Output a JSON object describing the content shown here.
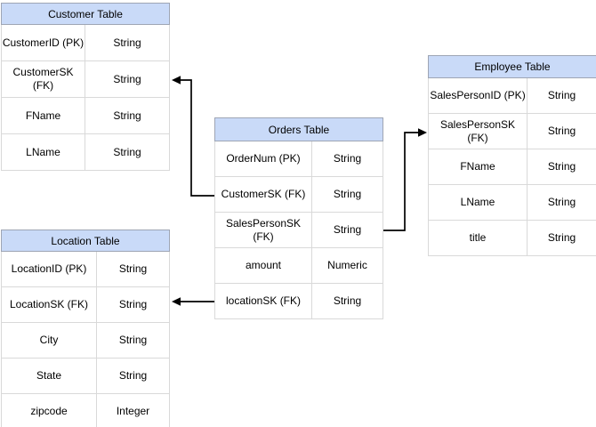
{
  "diagram_type": "entity-relationship",
  "colors": {
    "header_fill": "#C9DAF8",
    "header_border": "#9EA5B4",
    "cell_border": "#D9D9D9",
    "connector": "#000000",
    "text": "#000000",
    "background": "#FFFFFF"
  },
  "tables": [
    {
      "title": "Customer Table",
      "rows": [
        {
          "field": "CustomerID (PK)",
          "type": "String"
        },
        {
          "field": "CustomerSK\n(FK)",
          "type": "String"
        },
        {
          "field": "FName",
          "type": "String"
        },
        {
          "field": "LName",
          "type": "String"
        }
      ]
    },
    {
      "title": "Orders Table",
      "rows": [
        {
          "field": "OrderNum (PK)",
          "type": "String"
        },
        {
          "field": "CustomerSK (FK)",
          "type": "String"
        },
        {
          "field": "SalesPersonSK\n(FK)",
          "type": "String"
        },
        {
          "field": "amount",
          "type": "Numeric"
        },
        {
          "field": "locationSK (FK)",
          "type": "String"
        }
      ]
    },
    {
      "title": "Employee Table",
      "rows": [
        {
          "field": "SalesPersonID (PK)",
          "type": "String"
        },
        {
          "field": "SalesPersonSK\n(FK)",
          "type": "String"
        },
        {
          "field": "FName",
          "type": "String"
        },
        {
          "field": "LName",
          "type": "String"
        },
        {
          "field": "title",
          "type": "String"
        }
      ]
    },
    {
      "title": "Location Table",
      "rows": [
        {
          "field": "LocationID (PK)",
          "type": "String"
        },
        {
          "field": "LocationSK (FK)",
          "type": "String"
        },
        {
          "field": "City",
          "type": "String"
        },
        {
          "field": "State",
          "type": "String"
        },
        {
          "field": "zipcode",
          "type": "Integer"
        }
      ]
    }
  ],
  "relationships": [
    {
      "from": "Orders Table.CustomerSK (FK)",
      "to": "Customer Table.CustomerSK (FK)"
    },
    {
      "from": "Orders Table.SalesPersonSK (FK)",
      "to": "Employee Table.SalesPersonSK (FK)"
    },
    {
      "from": "Orders Table.locationSK (FK)",
      "to": "Location Table.LocationSK (FK)"
    }
  ]
}
